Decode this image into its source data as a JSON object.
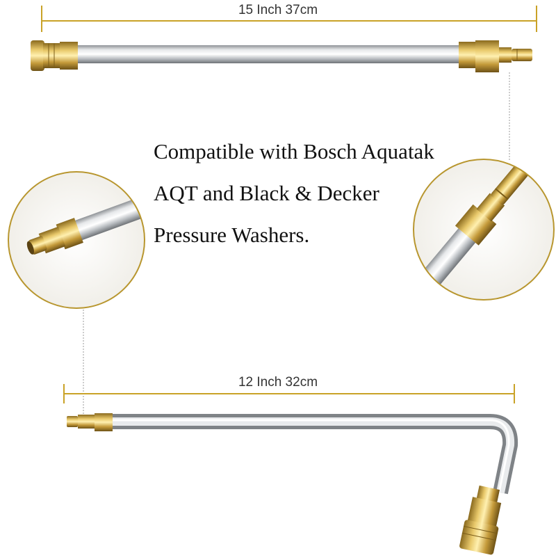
{
  "dimensions": {
    "top": "15 Inch 37cm",
    "bottom": "12 Inch 32cm"
  },
  "compatibility": {
    "line1": "Compatible with Bosch Aquatak",
    "line2": "AQT and Black & Decker",
    "line3": "Pressure Washers."
  },
  "colors": {
    "dimension_line": "#c9a227",
    "brass": "#c8a040",
    "steel": "#b8bcc0",
    "callout_circle": "#b8962e"
  },
  "icons": [
    "quick-connect-coupler",
    "bosch-adapter-fitting",
    "quick-connect-plug",
    "callout-magnifier"
  ]
}
